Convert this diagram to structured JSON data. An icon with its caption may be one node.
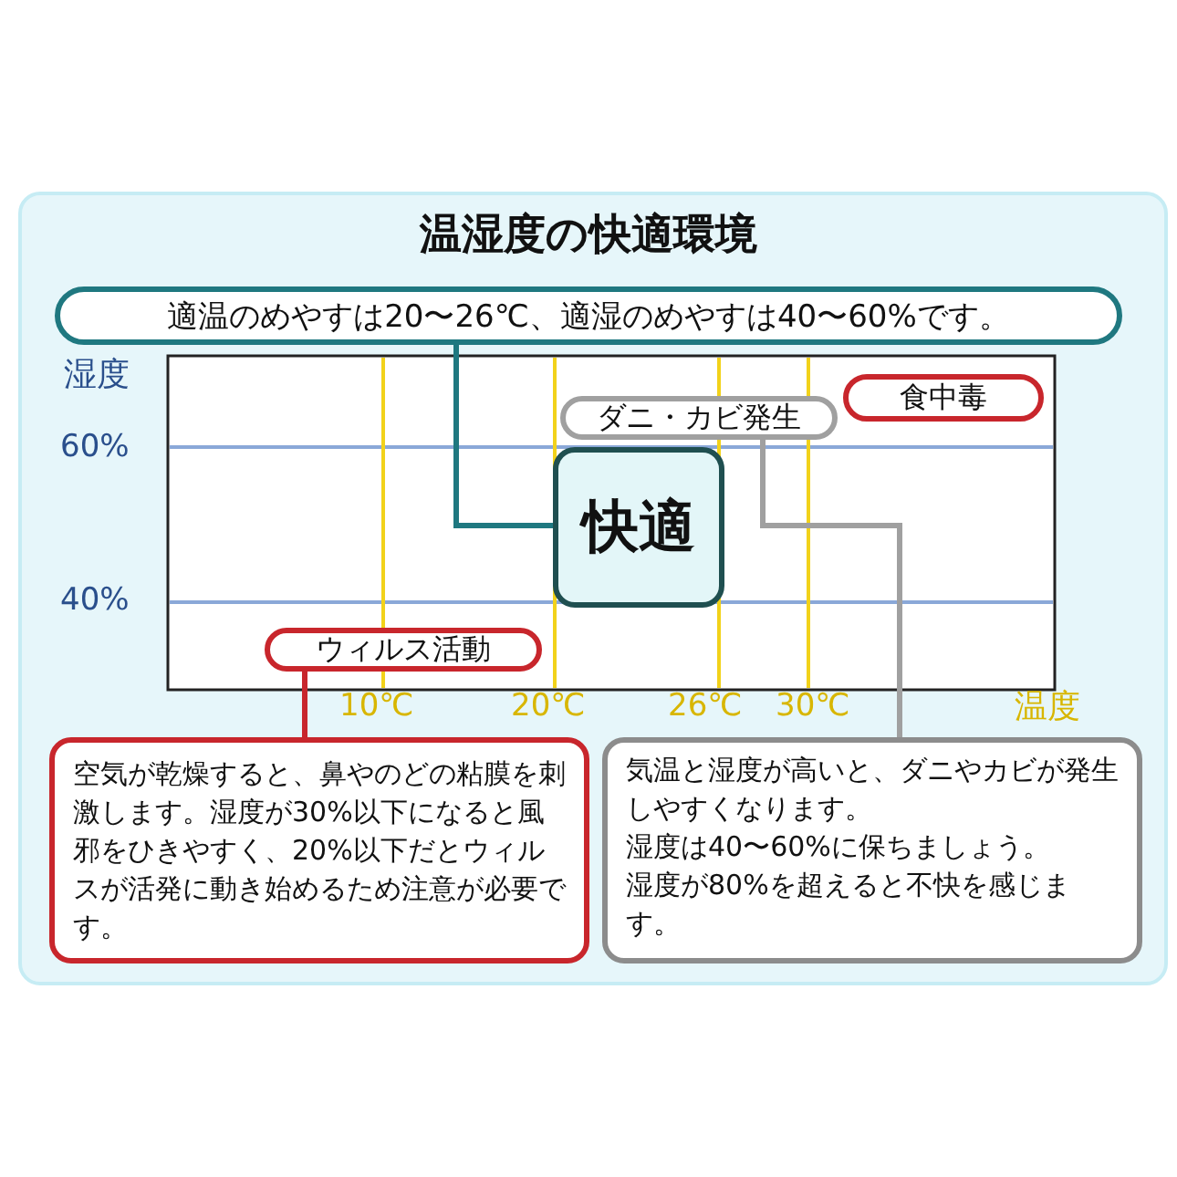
{
  "diagram": {
    "title": "温湿度の快適環境",
    "nodes": [
      {
        "text": [
          "適温のめやすは20〜26℃、適湿のめやすは40〜60%です。"
        ]
      },
      {
        "text": [
          "快適"
        ]
      },
      {
        "text": [
          "ダニ・カビ発生"
        ]
      },
      {
        "text": [
          "食中毒"
        ]
      },
      {
        "text": [
          "ウィルス活動"
        ]
      },
      {
        "text": [
          "空気が乾燥すると、鼻やのどの粘膜を刺激します。湿度が30%以下になると風邪をひきやすく、20%以下だとウィルスが活発に動き始めるため注意が必要です。"
        ]
      },
      {
        "text": [
          "気温と湿度が高いと、ダニやカビが発生しやすくなります。",
          "湿度は40〜60%に保ちましょう。",
          "湿度が80%を超えると不快を感じます。"
        ]
      }
    ],
    "edges": [
      {
        "from": 0,
        "to": 1,
        "arrow": "none",
        "color": "#1f7880"
      },
      {
        "from": 2,
        "to": 6,
        "arrow": "none",
        "color": "#a0a0a0"
      },
      {
        "from": 4,
        "to": 5,
        "arrow": "none",
        "color": "#c8262c"
      }
    ],
    "labels": [
      "湿度",
      "60%",
      "40%",
      "10℃",
      "20℃",
      "26℃",
      "30℃",
      "温度"
    ]
  }
}
